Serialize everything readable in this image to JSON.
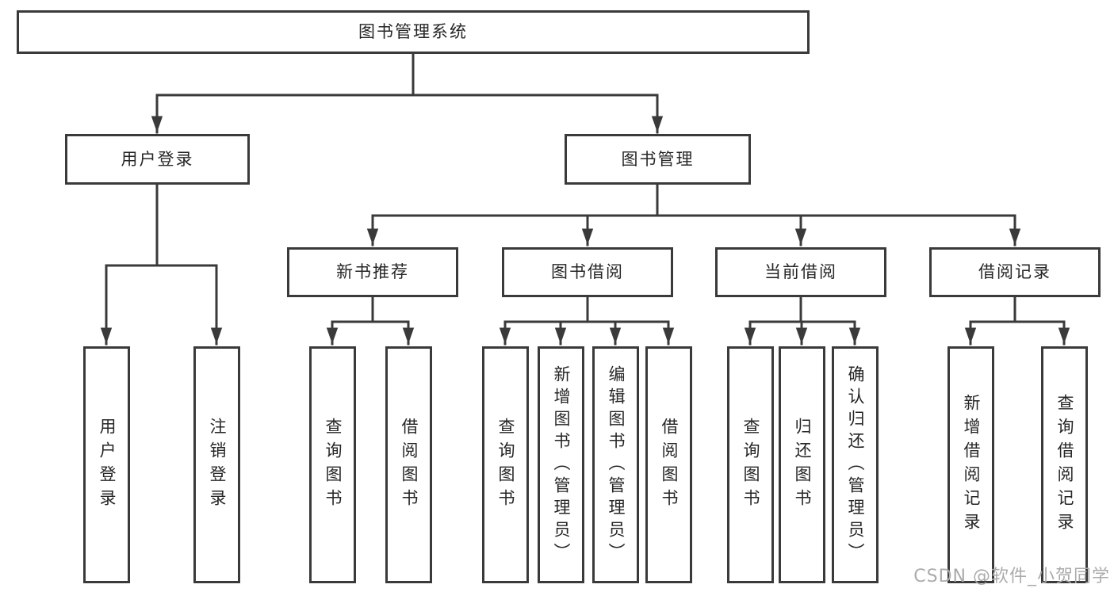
{
  "diagram_title": "图书管理系统",
  "tree": {
    "root": {
      "label": "图书管理系统"
    },
    "children": [
      {
        "label": "用户登录",
        "children": [
          {
            "label": "用户登录"
          },
          {
            "label": "注销登录"
          }
        ]
      },
      {
        "label": "图书管理",
        "children": [
          {
            "label": "新书推荐",
            "children": [
              {
                "label": "查询图书"
              },
              {
                "label": "借阅图书"
              }
            ]
          },
          {
            "label": "图书借阅",
            "children": [
              {
                "label": "查询图书"
              },
              {
                "label": "新增图书（管理员）"
              },
              {
                "label": "编辑图书（管理员）"
              },
              {
                "label": "借阅图书"
              }
            ]
          },
          {
            "label": "当前借阅",
            "children": [
              {
                "label": "查询图书"
              },
              {
                "label": "归还图书"
              },
              {
                "label": "确认归还（管理员）"
              }
            ]
          },
          {
            "label": "借阅记录",
            "children": [
              {
                "label": "新增借阅记录"
              },
              {
                "label": "查询借阅记录"
              }
            ]
          }
        ]
      }
    ]
  },
  "watermark": {
    "text": "CSDN @软件_小贺同学"
  },
  "colors": {
    "line": "#3a3a3a",
    "box-border": "#3a3a3a",
    "box-bg": "#ffffff",
    "text": "#262626",
    "watermark": "#ababab",
    "page-bg": "#ffffff"
  }
}
